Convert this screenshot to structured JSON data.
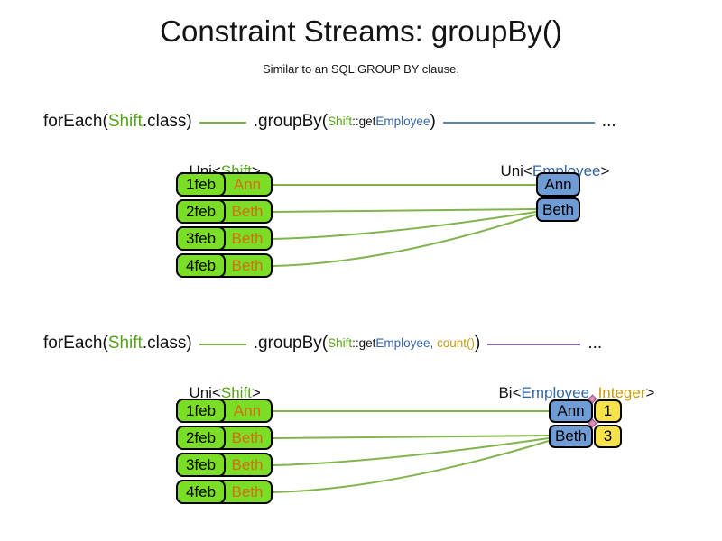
{
  "title": "Constraint Streams: groupBy()",
  "subtitle": "Similar to an SQL GROUP BY clause.",
  "colors": {
    "shift_green": "#55A316",
    "employee_blue": "#3465A4",
    "name_orange": "#D96B13",
    "integer_gold": "#C69C0E",
    "box_green": "#7ADE27",
    "box_blue": "#6F9CD4",
    "box_yellow": "#F6E24B",
    "wire_green": "#7CB044",
    "wire_blue": "#5E81AD",
    "wire_purple": "#8E6BAE",
    "diamond_pink": "#DC8FB9"
  },
  "section1": {
    "code": {
      "foreach": "forEach(",
      "shift": "Shift",
      "class_close": ".class)",
      "groupby": ".groupBy(",
      "param_shift": "Shift",
      "param_getter": "::get",
      "param_employee": "Employee",
      "close": ")",
      "ellipsis": "..."
    },
    "left_label": {
      "prefix": "Uni<",
      "type": "Shift",
      "suffix": ">"
    },
    "right_label": {
      "prefix": "Uni<",
      "type": "Employee",
      "suffix": ">"
    },
    "rows": [
      {
        "date": "1feb",
        "name": "Ann"
      },
      {
        "date": "2feb",
        "name": "Beth"
      },
      {
        "date": "3feb",
        "name": "Beth"
      },
      {
        "date": "4feb",
        "name": "Beth"
      }
    ],
    "groups": [
      {
        "name": "Ann"
      },
      {
        "name": "Beth"
      }
    ]
  },
  "section2": {
    "code": {
      "foreach": "forEach(",
      "shift": "Shift",
      "class_close": ".class)",
      "groupby": ".groupBy(",
      "param_shift": "Shift",
      "param_getter": "::get",
      "param_employee": "Employee",
      "param_comma": ", ",
      "param_count": "count()",
      "close": ")",
      "ellipsis": "..."
    },
    "left_label": {
      "prefix": "Uni<",
      "type": "Shift",
      "suffix": ">"
    },
    "right_label": {
      "prefix": "Bi<",
      "type1": "Employee",
      "comma": ", ",
      "type2": "Integer",
      "suffix": ">"
    },
    "rows": [
      {
        "date": "1feb",
        "name": "Ann"
      },
      {
        "date": "2feb",
        "name": "Beth"
      },
      {
        "date": "3feb",
        "name": "Beth"
      },
      {
        "date": "4feb",
        "name": "Beth"
      }
    ],
    "groups": [
      {
        "name": "Ann",
        "count": "1"
      },
      {
        "name": "Beth",
        "count": "3"
      }
    ]
  }
}
